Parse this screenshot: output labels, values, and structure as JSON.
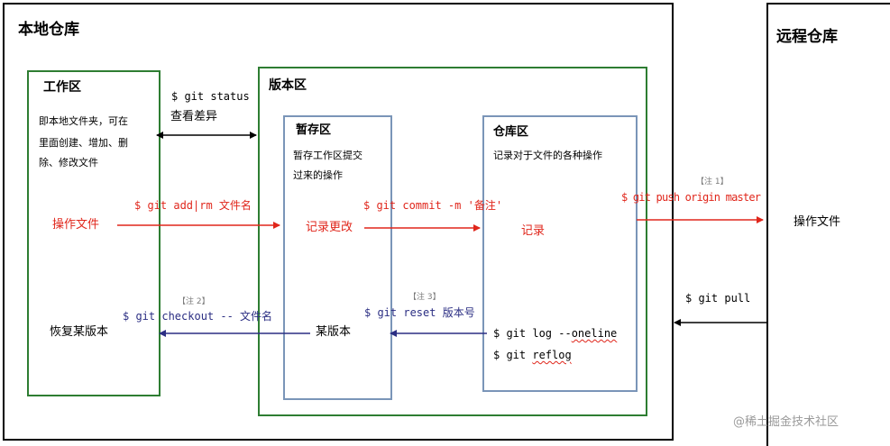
{
  "local_repo": {
    "title": "本地仓库"
  },
  "remote_repo": {
    "title": "远程仓库",
    "op": "操作文件"
  },
  "workspace": {
    "title": "工作区",
    "desc_lines": [
      "即本地文件夹，可在",
      "里面创建、增加、删",
      "除、修改文件"
    ],
    "op": "操作文件",
    "restore": "恢复某版本"
  },
  "version_area": {
    "title": "版本区"
  },
  "stage": {
    "title": "暂存区",
    "desc_lines": [
      "暂存工作区提交",
      "过来的操作"
    ],
    "op": "记录更改",
    "some_version": "某版本"
  },
  "repository": {
    "title": "仓库区",
    "desc": "记录对于文件的各种操作",
    "op": "记录",
    "log_cmd_prefix": "$ git log --",
    "log_cmd_word": "oneline",
    "reflog_cmd_prefix": "$ git ",
    "reflog_cmd_word": "reflog"
  },
  "commands": {
    "status": "$ git status",
    "status_desc": "查看差异",
    "add": "$ git add|rm 文件名",
    "commit": "$ git commit -m  '备注'",
    "push_note": "【注 1】",
    "push": "$ git push origin master",
    "checkout_note": "【注 2】",
    "checkout": "$ git checkout -- 文件名",
    "reset_note": "【注 3】",
    "reset": "$ git reset 版本号",
    "pull": "$ git pull"
  },
  "watermark": "@稀土掘金技术社区",
  "colors": {
    "green_border": "#2e7d32",
    "blue_border": "#7a95b8",
    "red": "#e0261b",
    "navy": "#2b2e83"
  }
}
